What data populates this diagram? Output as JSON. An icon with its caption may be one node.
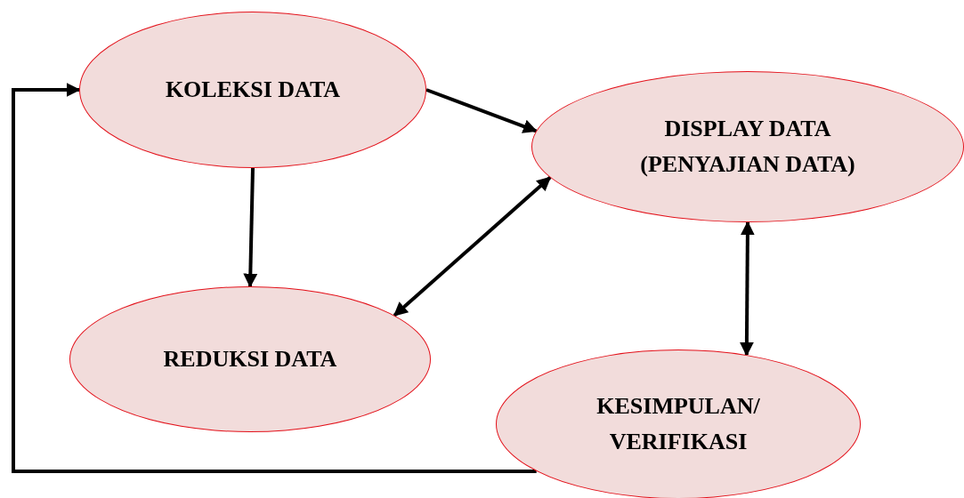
{
  "diagram": {
    "nodes": [
      {
        "text": [
          "KOLEKSI DATA"
        ]
      },
      {
        "text": [
          "DISPLAY DATA (PENYAJIAN DATA)"
        ]
      },
      {
        "text": [
          "REDUKSI DATA"
        ]
      },
      {
        "text": [
          "KESIMPULAN/ VERIFIKASI"
        ]
      }
    ],
    "edges": [
      {
        "from": 0,
        "to": 1,
        "arrow": "to"
      },
      {
        "from": 0,
        "to": 2,
        "arrow": "to"
      },
      {
        "from": 2,
        "to": 1,
        "arrow": "both"
      },
      {
        "from": 1,
        "to": 3,
        "arrow": "both"
      },
      {
        "from": 3,
        "to": 0,
        "arrow": "to"
      }
    ]
  }
}
